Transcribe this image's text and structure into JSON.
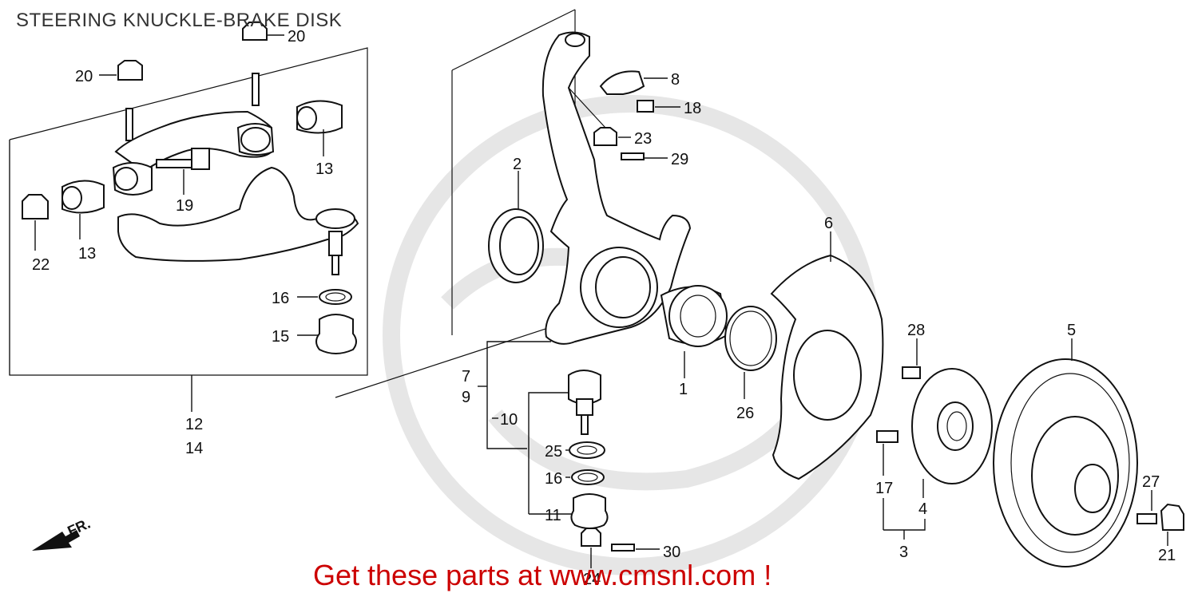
{
  "header": {
    "title": "STEERING KNUCKLE-BRAKE DISK"
  },
  "footer": {
    "text": "Get these parts at www.cmsnl.com !"
  },
  "direction": {
    "label": "FR."
  },
  "callouts": [
    {
      "id": "c20a",
      "label": "20"
    },
    {
      "id": "c20b",
      "label": "20"
    },
    {
      "id": "c13a",
      "label": "13"
    },
    {
      "id": "c13b",
      "label": "13"
    },
    {
      "id": "c19",
      "label": "19"
    },
    {
      "id": "c22",
      "label": "22"
    },
    {
      "id": "c16a",
      "label": "16"
    },
    {
      "id": "c15",
      "label": "15"
    },
    {
      "id": "c12",
      "label": "12"
    },
    {
      "id": "c14",
      "label": "14"
    },
    {
      "id": "c2",
      "label": "2"
    },
    {
      "id": "c8",
      "label": "8"
    },
    {
      "id": "c18",
      "label": "18"
    },
    {
      "id": "c23",
      "label": "23"
    },
    {
      "id": "c29",
      "label": "29"
    },
    {
      "id": "c6",
      "label": "6"
    },
    {
      "id": "c1",
      "label": "1"
    },
    {
      "id": "c26",
      "label": "26"
    },
    {
      "id": "c7",
      "label": "7"
    },
    {
      "id": "c9",
      "label": "9"
    },
    {
      "id": "c10",
      "label": "10"
    },
    {
      "id": "c25",
      "label": "25"
    },
    {
      "id": "c16b",
      "label": "16"
    },
    {
      "id": "c11",
      "label": "11"
    },
    {
      "id": "c30",
      "label": "30"
    },
    {
      "id": "c24",
      "label": "24"
    },
    {
      "id": "c28",
      "label": "28"
    },
    {
      "id": "c17",
      "label": "17"
    },
    {
      "id": "c4",
      "label": "4"
    },
    {
      "id": "c3",
      "label": "3"
    },
    {
      "id": "c5",
      "label": "5"
    },
    {
      "id": "c27",
      "label": "27"
    },
    {
      "id": "c21",
      "label": "21"
    }
  ]
}
